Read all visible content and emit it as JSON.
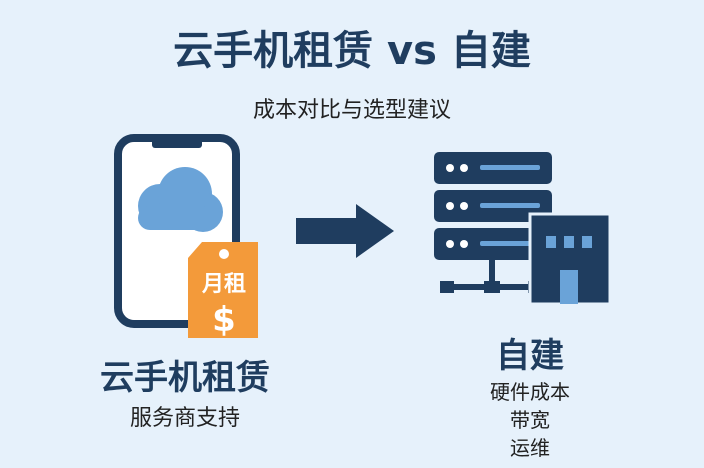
{
  "title": "云手机租赁 vs 自建",
  "subtitle": "成本对比与选型建议",
  "left": {
    "tag_text": "月租",
    "currency_symbol": "$",
    "label": "云手机租赁",
    "sublabel": "服务商支持"
  },
  "right": {
    "label": "自建",
    "items": [
      "硬件成本",
      "带宽",
      "运维"
    ]
  },
  "colors": {
    "navy": "#1f3d5f",
    "cloud": "#6aa3d8",
    "orange": "#f39a3a",
    "background": "#e6f1fb"
  }
}
